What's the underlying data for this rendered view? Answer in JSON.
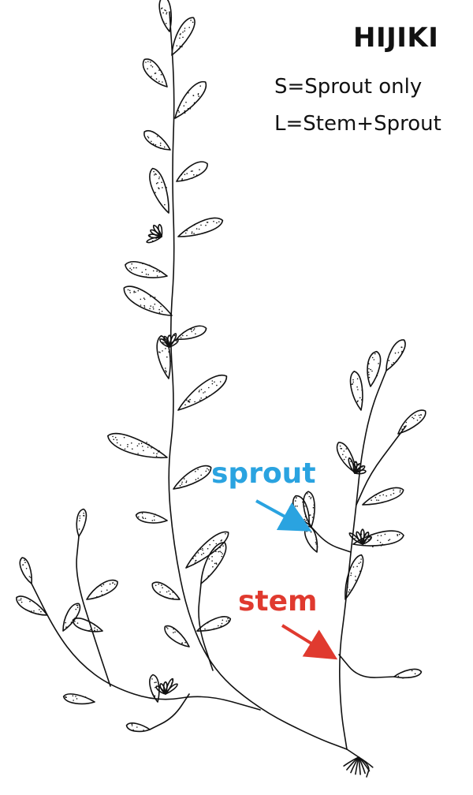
{
  "title": "HIJIKI",
  "legend": {
    "s_line": "S=Sprout only",
    "l_line": "L=Stem+Sprout"
  },
  "callouts": {
    "sprout": {
      "label": "sprout",
      "color": "#2aa3e0"
    },
    "stem": {
      "label": "stem",
      "color": "#e03a2f"
    }
  },
  "line_color": "#111111"
}
